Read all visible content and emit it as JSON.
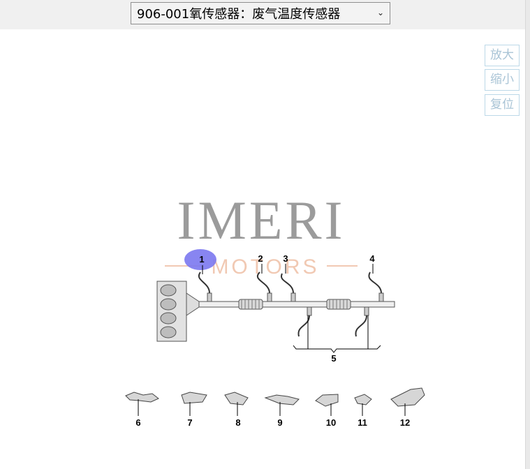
{
  "header": {
    "selected_part": "906-001氧传感器：废气温度传感器",
    "dropdown_icon": "chevron-down-icon"
  },
  "zoom_controls": {
    "zoom_in": "放大",
    "zoom_out": "缩小",
    "reset": "复位"
  },
  "watermark": {
    "brand": "IMERI",
    "sub": "MOTORS"
  },
  "callouts": [
    "1",
    "2",
    "3",
    "4",
    "5",
    "6",
    "7",
    "8",
    "9",
    "10",
    "11",
    "12"
  ],
  "highlight": {
    "callout": "1",
    "color": "#7b78f0"
  }
}
